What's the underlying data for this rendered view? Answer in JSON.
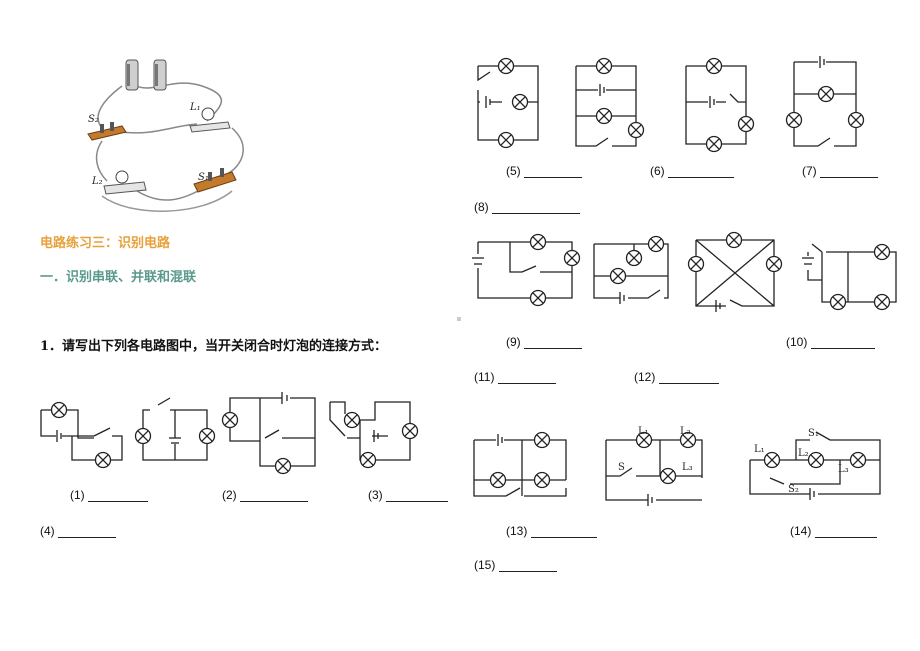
{
  "section_title": "电路练习三：识别电路",
  "subsection_title": "一．识别串联、并联和混联",
  "question_1": "1．请写出下列各电路图中，当开关闭合时灯泡的连接方式：",
  "photo_labels": {
    "s2": "S₂",
    "l1": "L₁",
    "l2": "L₂",
    "s1": "S₁"
  },
  "circuit_14_labels": {
    "l1": "L₁",
    "l2": "L₂",
    "l3": "L₃",
    "s": "S"
  },
  "circuit_15_labels": {
    "l1": "L₁",
    "l2": "L₂",
    "l3": "L₃",
    "s1": "S₁",
    "s2": "S₂"
  },
  "answers": [
    {
      "label": "(1)"
    },
    {
      "label": "(2)"
    },
    {
      "label": "(3)"
    },
    {
      "label": "(4)"
    },
    {
      "label": "(5)"
    },
    {
      "label": "(6)"
    },
    {
      "label": "(7)"
    },
    {
      "label": "(8)"
    },
    {
      "label": "(9)"
    },
    {
      "label": "(10)"
    },
    {
      "label": "(11)"
    },
    {
      "label": "(12)"
    },
    {
      "label": "(13)"
    },
    {
      "label": "(14)"
    },
    {
      "label": "(15)"
    }
  ]
}
